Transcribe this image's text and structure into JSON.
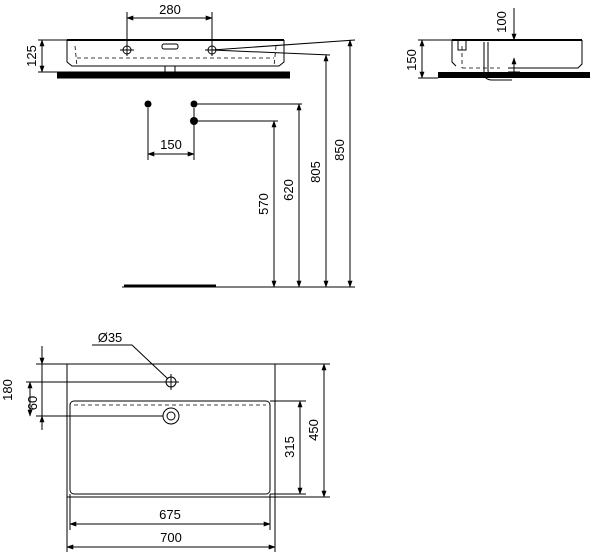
{
  "dimensions": {
    "front_tap_spacing": "280",
    "front_basin_height": "125",
    "front_waste_spacing": "150",
    "front_height_570": "570",
    "front_height_620": "620",
    "front_height_805": "805",
    "front_height_850": "850",
    "side_depth_100": "100",
    "side_height_150": "150",
    "plan_hole_diameter": "Ø35",
    "plan_hole_offset_180": "180",
    "plan_hole_offset_60": "60",
    "plan_inner_depth": "315",
    "plan_outer_depth": "450",
    "plan_inner_width": "675",
    "plan_outer_width": "700"
  }
}
